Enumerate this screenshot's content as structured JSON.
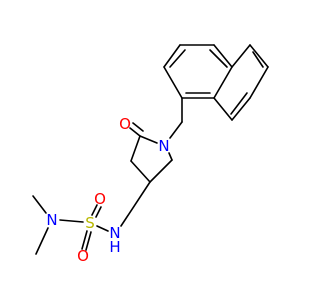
{
  "molecule": {
    "atoms": {
      "n_ring": {
        "label": "N",
        "color": "#0000ff"
      },
      "o_carbonyl": {
        "label": "O",
        "color": "#ff0000"
      },
      "nh": {
        "label": "N",
        "color": "#0000ff"
      },
      "h_nh": {
        "label": "H",
        "color": "#0000ff"
      },
      "s": {
        "label": "S",
        "color": "#b8b800"
      },
      "o_s_top": {
        "label": "O",
        "color": "#ff0000"
      },
      "o_s_bottom": {
        "label": "O",
        "color": "#ff0000"
      },
      "n_dimethyl": {
        "label": "N",
        "color": "#0000ff"
      }
    },
    "bond_color": "#000000"
  }
}
